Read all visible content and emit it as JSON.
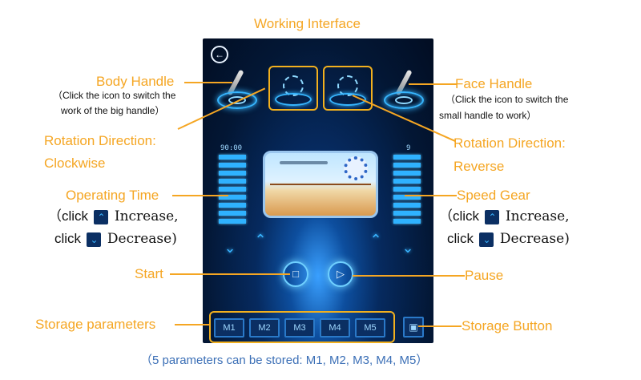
{
  "title": "Working Interface",
  "labels": {
    "body_handle": "Body Handle",
    "body_handle_note_1": "（Click the icon to switch the",
    "body_handle_note_2": "work of the big handle）",
    "face_handle": "Face Handle",
    "face_handle_note_1": "（Click the icon to switch the",
    "face_handle_note_2": "small handle to work）",
    "rotation_clockwise_1": "Rotation Direction:",
    "rotation_clockwise_2": "Clockwise",
    "rotation_reverse_1": "Rotation Direction:",
    "rotation_reverse_2": "Reverse",
    "operating_time": "Operating Time",
    "speed_gear": "Speed Gear",
    "click": "click",
    "increase_left": "Increase,",
    "decrease_left": "Decrease)",
    "increase_right": "Increase,",
    "decrease_right": "Decrease)",
    "paren_open": "（",
    "start": "Start",
    "pause": "Pause",
    "storage_parameters": "Storage parameters",
    "storage_button": "Storage Button"
  },
  "device": {
    "time_readout": "90:00",
    "speed_readout": "9",
    "memory_buttons": [
      "M1",
      "M2",
      "M3",
      "M4",
      "M5"
    ]
  },
  "caption": "（5 parameters can be stored: M1, M2, M3, M4, M5）",
  "icons": {
    "back": "arrow-left-circle-icon",
    "increase": "chevron-up-icon",
    "decrease": "chevron-down-icon",
    "save": "floppy-disk-icon"
  },
  "colors": {
    "label": "#f5a623",
    "highlight_box": "#f2b01e",
    "panel_glow": "#37b6ff",
    "caption": "#3b6fb6"
  }
}
